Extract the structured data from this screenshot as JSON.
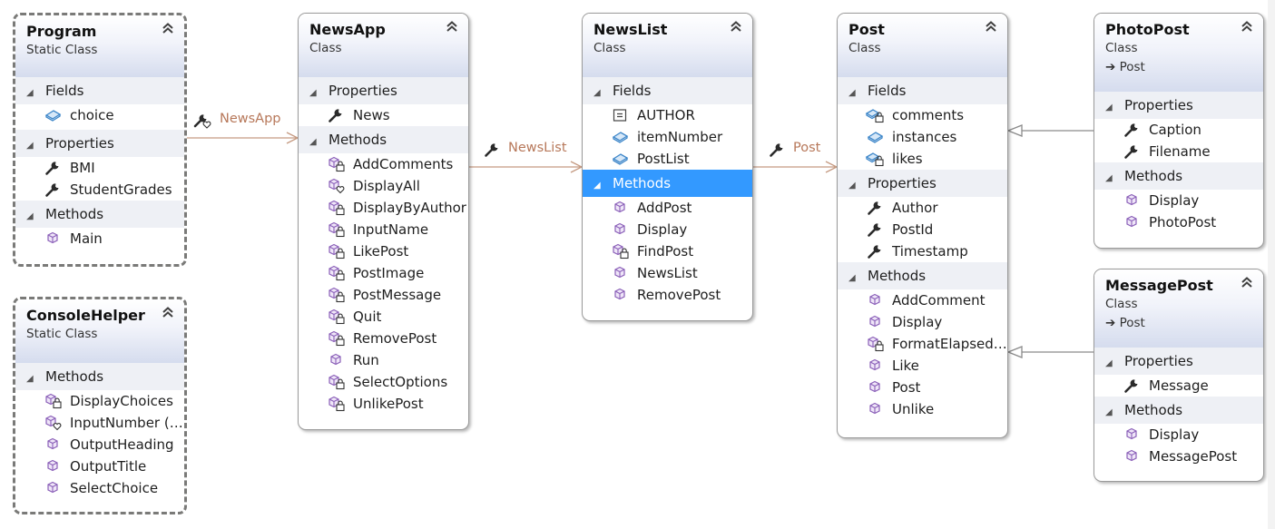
{
  "classes": {
    "program": {
      "name": "Program",
      "stereotype": "Static Class",
      "fields_label": "Fields",
      "fields": [
        "choice"
      ],
      "properties_label": "Properties",
      "properties": [
        "BMI",
        "StudentGrades"
      ],
      "methods_label": "Methods",
      "methods": [
        "Main"
      ]
    },
    "consolehelper": {
      "name": "ConsoleHelper",
      "stereotype": "Static Class",
      "methods_label": "Methods",
      "methods": [
        "DisplayChoices",
        "InputNumber (…",
        "OutputHeading",
        "OutputTitle",
        "SelectChoice"
      ]
    },
    "newsapp": {
      "name": "NewsApp",
      "stereotype": "Class",
      "properties_label": "Properties",
      "properties": [
        "News"
      ],
      "methods_label": "Methods",
      "methods": [
        "AddComments",
        "DisplayAll",
        "DisplayByAuthor",
        "InputName",
        "LikePost",
        "PostImage",
        "PostMessage",
        "Quit",
        "RemovePost",
        "Run",
        "SelectOptions",
        "UnlikePost"
      ]
    },
    "newslist": {
      "name": "NewsList",
      "stereotype": "Class",
      "fields_label": "Fields",
      "fields": [
        "AUTHOR",
        "itemNumber",
        "PostList"
      ],
      "methods_label": "Methods",
      "methods": [
        "AddPost",
        "Display",
        "FindPost",
        "NewsList",
        "RemovePost"
      ]
    },
    "post": {
      "name": "Post",
      "stereotype": "Class",
      "fields_label": "Fields",
      "fields": [
        "comments",
        "instances",
        "likes"
      ],
      "properties_label": "Properties",
      "properties": [
        "Author",
        "PostId",
        "Timestamp"
      ],
      "methods_label": "Methods",
      "methods": [
        "AddComment",
        "Display",
        "FormatElapsed…",
        "Like",
        "Post",
        "Unlike"
      ]
    },
    "photopost": {
      "name": "PhotoPost",
      "stereotype": "Class",
      "base": "Post",
      "properties_label": "Properties",
      "properties": [
        "Caption",
        "Filename"
      ],
      "methods_label": "Methods",
      "methods": [
        "Display",
        "PhotoPost"
      ]
    },
    "messagepost": {
      "name": "MessagePost",
      "stereotype": "Class",
      "base": "Post",
      "properties_label": "Properties",
      "properties": [
        "Message"
      ],
      "methods_label": "Methods",
      "methods": [
        "Display",
        "MessagePost"
      ]
    }
  },
  "associations": [
    "NewsApp",
    "NewsList",
    "Post"
  ],
  "colors": {
    "association": "#c59a82",
    "association_label": "#b7785a",
    "inheritance": "#8a8a8a",
    "header_gradient_end": "#d5dcee",
    "selected_section": "#3399ff",
    "section_bg": "#eef0f5",
    "method_icon": "#8a5fb8",
    "field_icon": "#3d86c9"
  },
  "icons": {
    "field": "field-icon",
    "constant": "constant-field-icon",
    "property": "wrench-property-icon",
    "method": "method-cube-icon",
    "base": "inherits-arrow-icon",
    "collapse": "double-chevron-up-icon"
  }
}
